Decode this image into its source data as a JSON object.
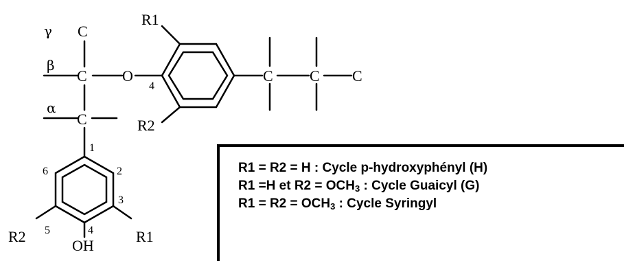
{
  "structure": {
    "gamma": "γ",
    "beta": "β",
    "alpha": "α",
    "c_gamma": "C",
    "c_beta": "C",
    "c_alpha": "C",
    "oxygen": "O",
    "pos_4_top": "4",
    "r1_top": "R1",
    "r2_top": "R2",
    "c_chain_1": "C",
    "c_chain_2": "C",
    "c_chain_3": "C",
    "pos_1": "1",
    "pos_2": "2",
    "pos_3": "3",
    "pos_4_bottom": "4",
    "pos_5": "5",
    "pos_6": "6",
    "r2_bottom": "R2",
    "r1_bottom": "R1",
    "oh": "OH"
  },
  "legend": {
    "line1": "R1 = R2 = H : Cycle p-hydroxyphényl (H)",
    "line2_a": "R1 =H et R2 = OCH",
    "line2_sub": "3",
    "line2_b": " : Cycle Guaicyl (G)",
    "line3_a": "R1 = R2 = OCH",
    "line3_sub": "3",
    "line3_b": " : Cycle Syringyl"
  }
}
